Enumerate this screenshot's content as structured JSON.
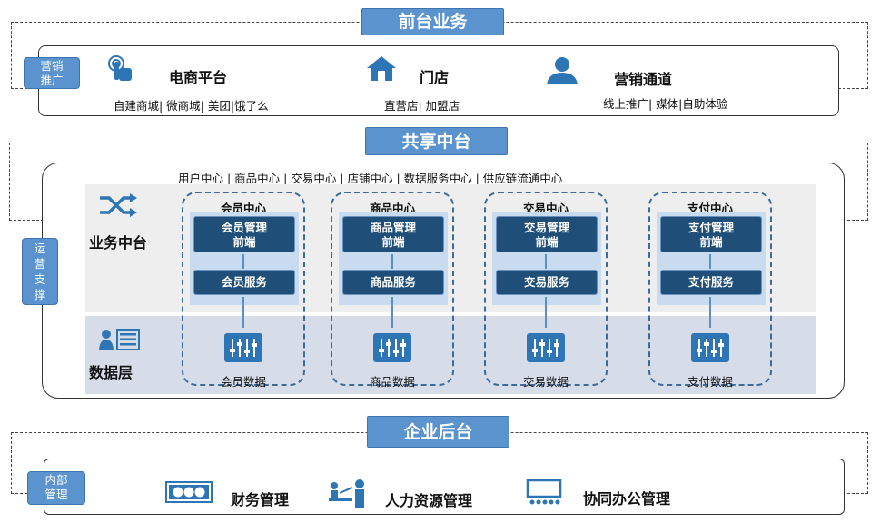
{
  "front": {
    "title": "前台业务",
    "side_tag": "营销\n推广",
    "items": [
      {
        "label": "电商平台",
        "sub": "自建商城| 微商城| 美团|饿了么",
        "icon": "touch-hand-icon"
      },
      {
        "label": "门店",
        "sub": "直营店| 加盟店",
        "icon": "store-house-icon"
      },
      {
        "label": "营销通道",
        "sub": "线上推广| 媒体|自助体验",
        "icon": "person-icon"
      }
    ]
  },
  "shared": {
    "title": "共享中台",
    "side_tag": "运\n营\n支\n撑",
    "centers_line": "用户中心 |  商品中心 | 交易中心 | 店铺中心 | 数据服务中心 | 供应链流通中心",
    "business_label": "业务中台",
    "data_label": "数据层",
    "columns": [
      {
        "head": "会员中心",
        "front": "会员管理\n前端",
        "service": "会员服务",
        "data": "会员数据"
      },
      {
        "head": "商品中心",
        "front": "商品管理\n前端",
        "service": "商品服务",
        "data": "商品数据"
      },
      {
        "head": "交易中心",
        "front": "交易管理\n前端",
        "service": "交易服务",
        "data": "交易数据"
      },
      {
        "head": "支付中心",
        "front": "支付管理\n前端",
        "service": "支付服务",
        "data": "支付数据"
      }
    ]
  },
  "backend": {
    "title": "企业后台",
    "side_tag": "内部\n管理",
    "items": [
      {
        "label": "财务管理",
        "icon": "money-icon"
      },
      {
        "label": "人力资源管理",
        "icon": "meeting-people-icon"
      },
      {
        "label": "协同办公管理",
        "icon": "presentation-icon"
      }
    ]
  },
  "colors": {
    "accent": "#5b93cf",
    "navy": "#1f4e79",
    "dash": "#3d6a98"
  }
}
